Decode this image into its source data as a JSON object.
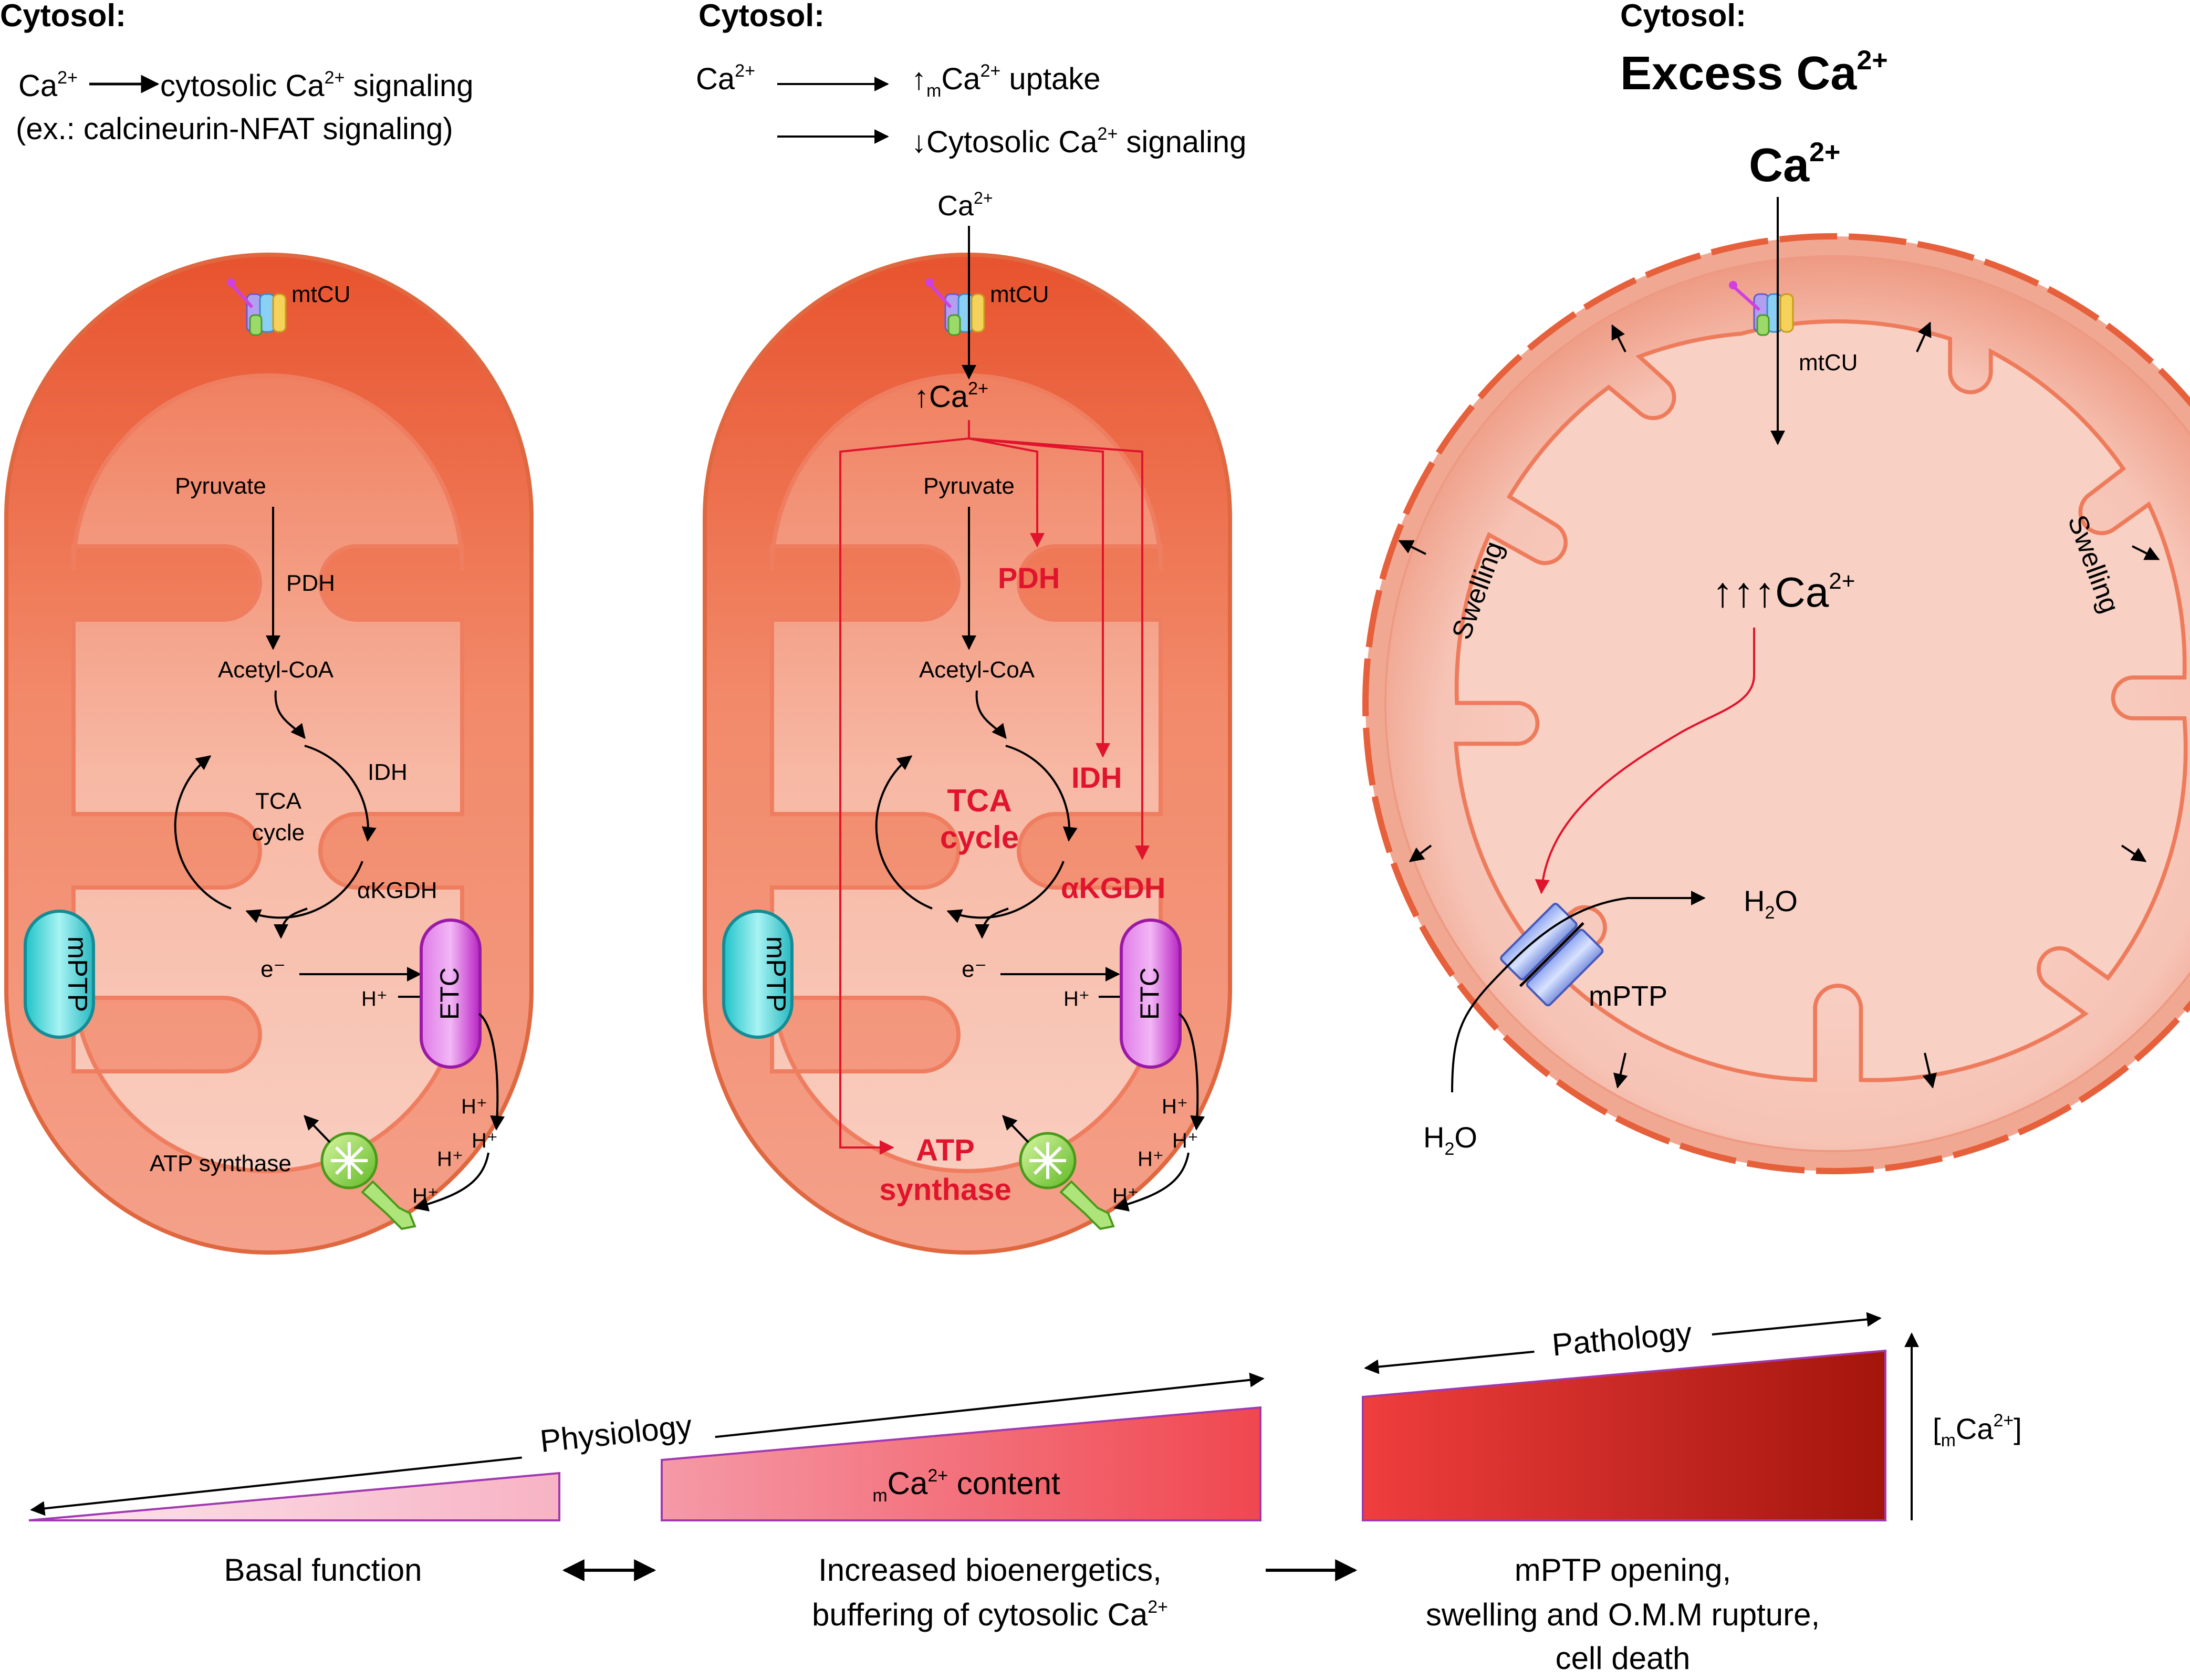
{
  "colors": {
    "red_text": "#e0142c",
    "outer_membrane": "#e8603c",
    "inner_fill": "#f7c0b0",
    "etc": "#c93ad6",
    "mptp_capsule": "#3fd6d6",
    "atp_synthase": "#7bd13a"
  },
  "panel1": {
    "header": "Cytosol:",
    "ca_label": "Ca",
    "ca_sup": "2+",
    "signal_pre": "cytosolic Ca",
    "signal_sup": "2+",
    "signal_post": " signaling",
    "example": "(ex.: calcineurin-NFAT signaling)",
    "mtcu": "mtCU",
    "pyruvate": "Pyruvate",
    "pdh": "PDH",
    "acetyl": "Acetyl-CoA",
    "tca1": "TCA",
    "tca2": "cycle",
    "idh": "IDH",
    "akgdh": "αKGDH",
    "e_minus": "e⁻",
    "h_plus": "H⁺",
    "etc": "ETC",
    "mptp": "mPTP",
    "atp_synthase": "ATP synthase"
  },
  "panel2": {
    "header": "Cytosol:",
    "ca_label": "Ca",
    "ca_sup": "2+",
    "uptake_arrow": "↑",
    "uptake_sub": "m",
    "uptake_ca": "Ca",
    "uptake_sup": "2+",
    "uptake_post": " uptake",
    "down_arrow": "↓",
    "cyto_pre": "Cytosolic Ca",
    "cyto_sup": "2+",
    "cyto_post": " signaling",
    "ca_top": "Ca",
    "ca_top_sup": "2+",
    "mtcu": "mtCU",
    "up_ca": "↑Ca",
    "up_ca_sup": "2+",
    "pyruvate": "Pyruvate",
    "pdh": "PDH",
    "acetyl": "Acetyl-CoA",
    "tca1": "TCA",
    "tca2": "cycle",
    "idh": "IDH",
    "akgdh": "αKGDH",
    "e_minus": "e⁻",
    "h_plus": "H⁺",
    "etc": "ETC",
    "mptp": "mPTP",
    "atp1": "ATP",
    "atp2": "synthase"
  },
  "panel3": {
    "header": "Cytosol:",
    "excess": "Excess Ca",
    "excess_sup": "2+",
    "ca_big": "Ca",
    "ca_big_sup": "2+",
    "mtcu": "mtCU",
    "triple_ca": "↑↑↑Ca",
    "triple_sup": "2+",
    "swelling_left": "Swelling",
    "swelling_right": "Swelling",
    "h2o_out": "H",
    "h2o_out_sub": "2",
    "h2o_out_o": "O",
    "h2o_in": "H",
    "h2o_in_sub": "2",
    "h2o_in_o": "O",
    "mptp": "mPTP"
  },
  "bottom": {
    "physiology": "Physiology",
    "pathology": "Pathology",
    "content_sub": "m",
    "content_ca": "Ca",
    "content_sup": "2+",
    "content_post": " content",
    "axis_open": "[",
    "axis_sub": "m",
    "axis_ca": "Ca",
    "axis_sup": "2+",
    "axis_close": "]",
    "basal": "Basal function",
    "increased1": "Increased bioenergetics,",
    "increased2_pre": "buffering of cytosolic Ca",
    "increased2_sup": "2+",
    "mptp1": "mPTP opening,",
    "mptp2": "swelling and O.M.M rupture,",
    "mptp3": "cell death"
  }
}
